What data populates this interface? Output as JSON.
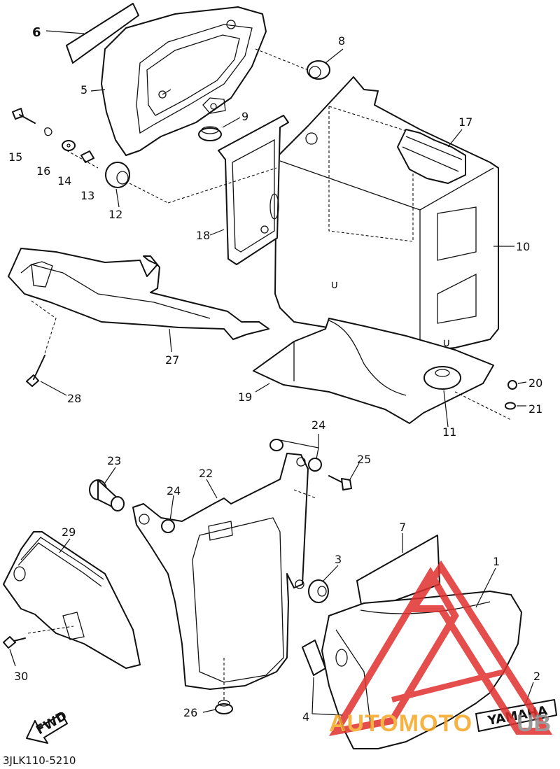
{
  "diagram": {
    "drawing_code": "3JLK110-5210",
    "direction_arrow": "FWD",
    "emblem_text": "YAMAHA",
    "part_labels": {
      "p1": "1",
      "p2": "2",
      "p3": "3",
      "p4": "4",
      "p5": "5",
      "p6": "6",
      "p7": "7",
      "p8": "8",
      "p9": "9",
      "p10": "10",
      "p11": "11",
      "p12": "12",
      "p13": "13",
      "p14": "14",
      "p15": "15",
      "p16": "16",
      "p17": "17",
      "p18": "18",
      "p19": "19",
      "p20": "20",
      "p21": "21",
      "p22": "22",
      "p23": "23",
      "p24a": "24",
      "p24b": "24",
      "p25": "25",
      "p26": "26",
      "p27": "27",
      "p28": "28",
      "p29": "29",
      "p30": "30"
    }
  },
  "watermark": {
    "text_left": "AUTOMOTO",
    "text_right": "UB",
    "color_primary": "#e0312f",
    "color_text": "#f5a623"
  }
}
